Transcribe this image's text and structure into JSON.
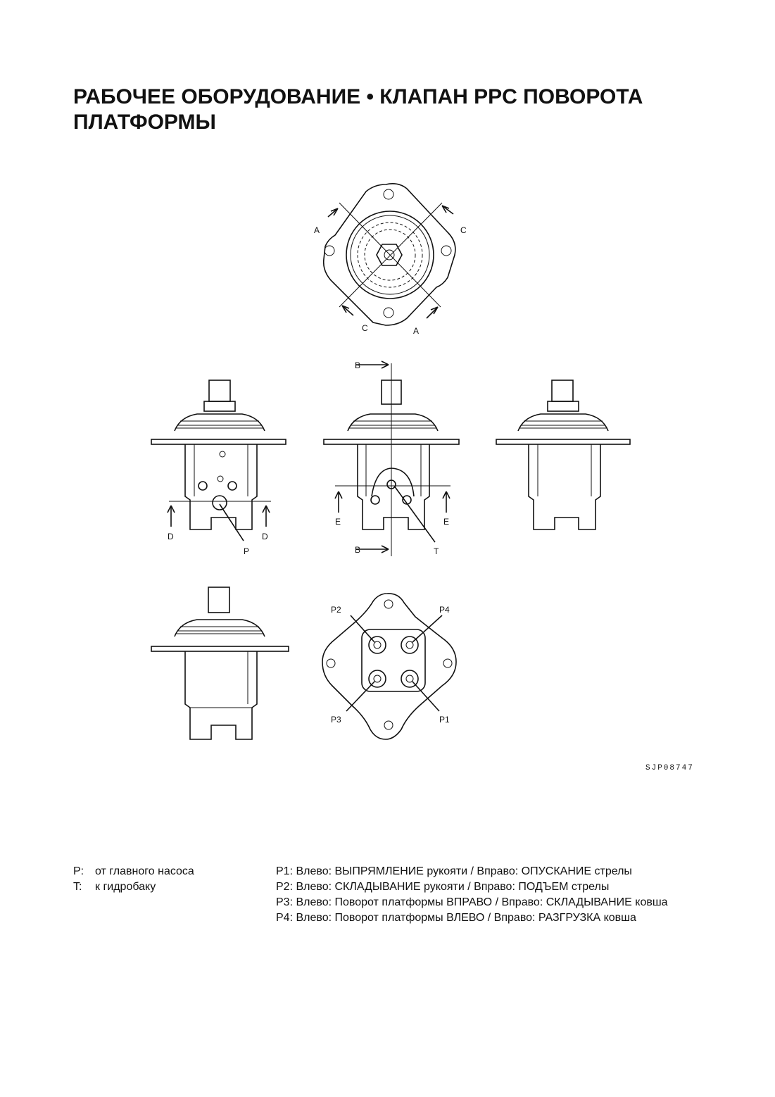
{
  "title": "РАБОЧЕЕ ОБОРУДОВАНИЕ • КЛАПАН PPC ПОВОРОТА ПЛАТФОРМЫ",
  "drawing_code": "SJP08747",
  "section_labels": {
    "a": "A",
    "b": "B",
    "c": "C",
    "d": "D",
    "e": "E"
  },
  "port_labels": {
    "p": "P",
    "t": "T",
    "p1": "P1",
    "p2": "P2",
    "p3": "P3",
    "p4": "P4"
  },
  "legend_left": [
    {
      "key": "P:",
      "text": "от главного насоса"
    },
    {
      "key": "T:",
      "text": "к гидробаку"
    }
  ],
  "legend_right": [
    "P1: Влево: ВЫПРЯМЛЕНИЕ рукояти / Вправо: ОПУСКАНИЕ стрелы",
    "P2: Влево: СКЛАДЫВАНИЕ рукояти / Вправо: ПОДЪЕМ стрелы",
    "P3: Влево: Поворот платформы ВПРАВО / Вправо: СКЛАДЫВАНИЕ ковша",
    "P4: Влево: Поворот платформы ВЛЕВО / Вправо: РАЗГРУЗКА ковша"
  ]
}
